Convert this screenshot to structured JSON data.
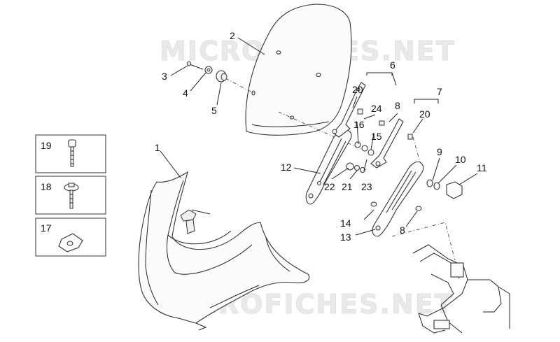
{
  "watermark": "MICROFICHES.NET",
  "callouts": [
    "1",
    "2",
    "3",
    "4",
    "5",
    "6",
    "7",
    "8",
    "9",
    "10",
    "11",
    "12",
    "13",
    "14",
    "15",
    "16",
    "17",
    "18",
    "19",
    "20",
    "21",
    "22",
    "23",
    "24"
  ],
  "inset_labels": [
    "19",
    "18",
    "17"
  ]
}
